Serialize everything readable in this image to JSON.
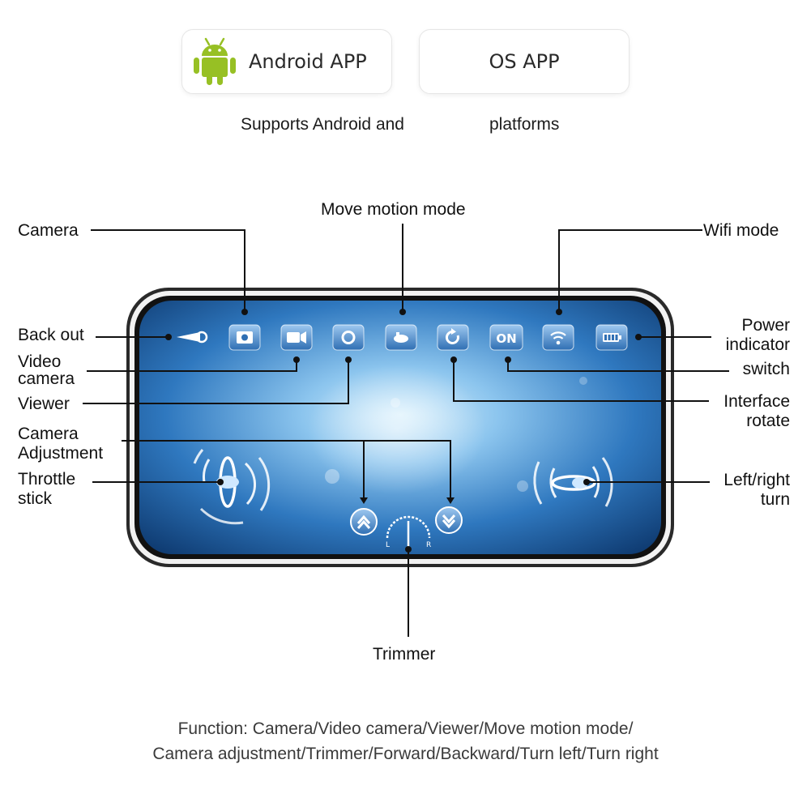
{
  "apps": {
    "android_label": "Android APP",
    "ios_label": "OS APP"
  },
  "support_text": {
    "left": "Supports Android and",
    "right": "platforms"
  },
  "labels": {
    "move_motion_mode": "Move motion mode",
    "camera": "Camera",
    "wifi_mode": "Wifi mode",
    "back_out": "Back out",
    "video_camera_1": "Video",
    "video_camera_2": "camera",
    "viewer": "Viewer",
    "camera_adjustment_1": "Camera",
    "camera_adjustment_2": "Adjustment",
    "throttle_stick_1": "Throttle",
    "throttle_stick_2": "stick",
    "power_indicator_1": "Power",
    "power_indicator_2": "indicator",
    "switch": "switch",
    "interface_rotate_1": "Interface",
    "interface_rotate_2": "rotate",
    "left_right_turn_1": "Left/right",
    "left_right_turn_2": "turn",
    "trimmer": "Trimmer"
  },
  "screen": {
    "on_button": "ON",
    "trim_left": "L",
    "trim_right": "R"
  },
  "footer": {
    "line1": "Function: Camera/Video camera/Viewer/Move motion mode/",
    "line2": "Camera adjustment/Trimmer/Forward/Backward/Turn left/Turn right"
  },
  "colors": {
    "android_green": "#97c024",
    "screen_center": "#bfe3f7",
    "screen_edge": "#0c3a72",
    "button_blue": "#3f7fc4"
  }
}
